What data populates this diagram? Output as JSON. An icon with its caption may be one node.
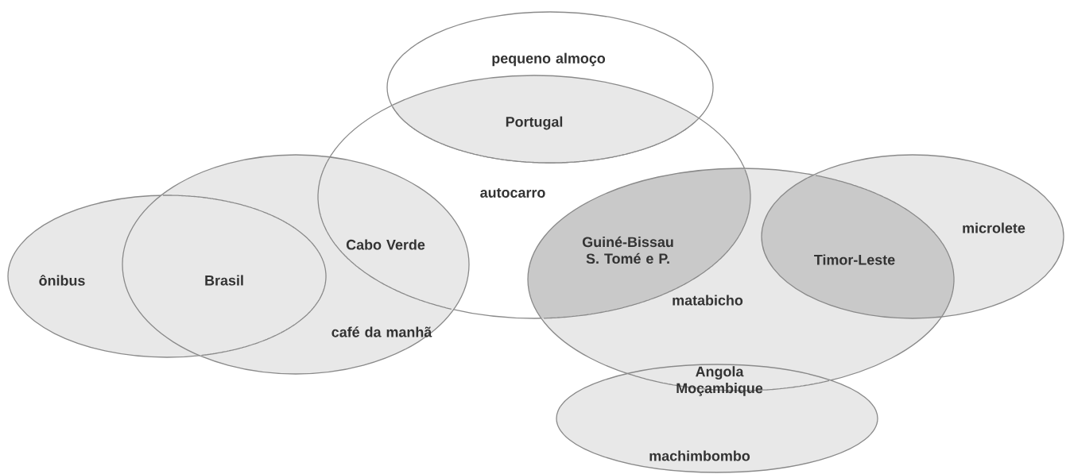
{
  "diagram": {
    "nodes": [
      {
        "text": [
          "pequeno almoço"
        ]
      },
      {
        "text": [
          "autocarro"
        ]
      },
      {
        "text": [
          "ônibus"
        ]
      },
      {
        "text": [
          "café da manhã"
        ]
      },
      {
        "text": [
          "matabicho"
        ]
      },
      {
        "text": [
          "microlete"
        ]
      },
      {
        "text": [
          "machimbombo"
        ]
      }
    ],
    "labels": [
      "Portugal",
      "Guiné-Bissau S. Tomé e P.",
      "Cabo Verde",
      "Timor-Leste",
      "Brasil",
      "Angola Moçambique"
    ]
  }
}
